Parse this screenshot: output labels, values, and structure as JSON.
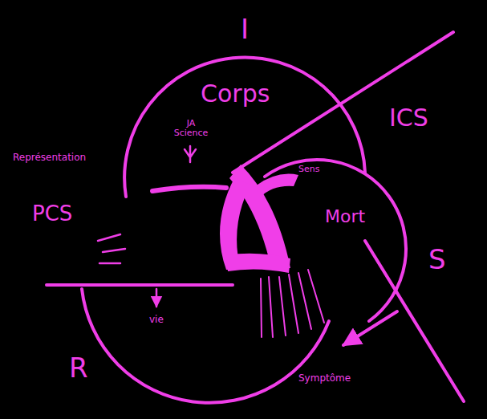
{
  "diagram": {
    "labels": [
      "I",
      "Corps",
      "ICS",
      "Représentation",
      "PCS",
      "JA Science",
      "Sens",
      "Mort",
      "S",
      "vie",
      "R",
      "Symptôme"
    ]
  }
}
